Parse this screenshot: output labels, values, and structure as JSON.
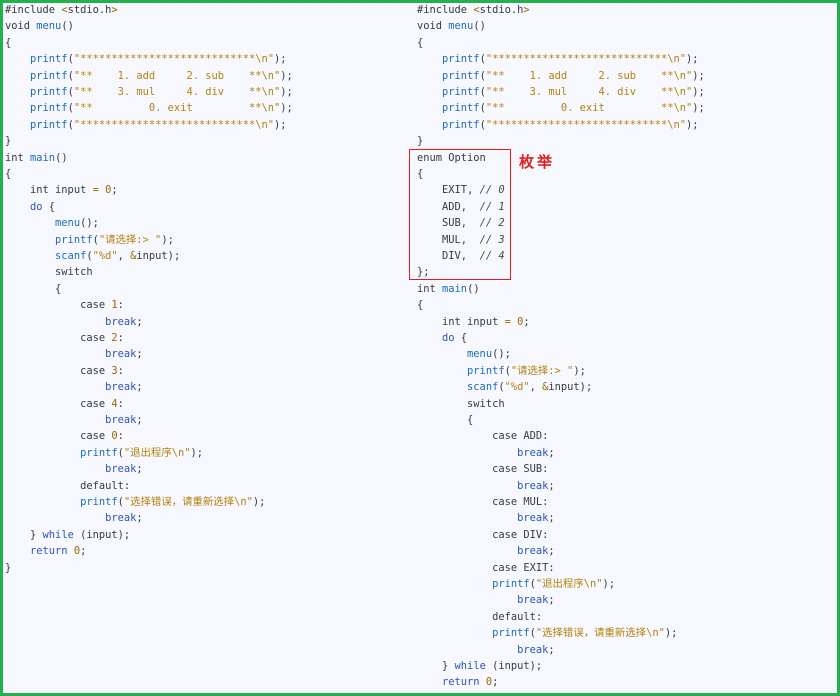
{
  "left_code": [
    [
      [
        "#include ",
        "plain"
      ],
      [
        "<",
        "op"
      ],
      [
        "stdio.h",
        "plain"
      ],
      [
        ">",
        "op"
      ]
    ],
    [
      [
        "void ",
        "plain"
      ],
      [
        "menu",
        "func"
      ],
      [
        "()",
        "plain"
      ]
    ],
    [
      [
        "{",
        "plain"
      ]
    ],
    [
      [
        "    ",
        "plain"
      ],
      [
        "printf",
        "func"
      ],
      [
        "(",
        "plain"
      ],
      [
        "\"****************************",
        "str"
      ],
      [
        "\\n",
        "str"
      ],
      [
        "\"",
        "str"
      ],
      [
        ");",
        "plain"
      ]
    ],
    [
      [
        "    ",
        "plain"
      ],
      [
        "printf",
        "func"
      ],
      [
        "(",
        "plain"
      ],
      [
        "\"**    1. add     2. sub    **",
        "str"
      ],
      [
        "\\n",
        "str"
      ],
      [
        "\"",
        "str"
      ],
      [
        ");",
        "plain"
      ]
    ],
    [
      [
        "    ",
        "plain"
      ],
      [
        "printf",
        "func"
      ],
      [
        "(",
        "plain"
      ],
      [
        "\"**    3. mul     4. div    **",
        "str"
      ],
      [
        "\\n",
        "str"
      ],
      [
        "\"",
        "str"
      ],
      [
        ");",
        "plain"
      ]
    ],
    [
      [
        "    ",
        "plain"
      ],
      [
        "printf",
        "func"
      ],
      [
        "(",
        "plain"
      ],
      [
        "\"**         0. exit         **",
        "str"
      ],
      [
        "\\n",
        "str"
      ],
      [
        "\"",
        "str"
      ],
      [
        ");",
        "plain"
      ]
    ],
    [
      [
        "    ",
        "plain"
      ],
      [
        "printf",
        "func"
      ],
      [
        "(",
        "plain"
      ],
      [
        "\"****************************",
        "str"
      ],
      [
        "\\n",
        "str"
      ],
      [
        "\"",
        "str"
      ],
      [
        ");",
        "plain"
      ]
    ],
    [
      [
        "}",
        "plain"
      ]
    ],
    [
      [
        "int ",
        "plain"
      ],
      [
        "main",
        "func"
      ],
      [
        "()",
        "plain"
      ]
    ],
    [
      [
        "{",
        "plain"
      ]
    ],
    [
      [
        "    int input ",
        "plain"
      ],
      [
        "=",
        "op"
      ],
      [
        " ",
        "plain"
      ],
      [
        "0",
        "num"
      ],
      [
        ";",
        "plain"
      ]
    ],
    [
      [
        "    ",
        "plain"
      ],
      [
        "do",
        "kw"
      ],
      [
        " {",
        "plain"
      ]
    ],
    [
      [
        "        ",
        "plain"
      ],
      [
        "menu",
        "func"
      ],
      [
        "();",
        "plain"
      ]
    ],
    [
      [
        "        ",
        "plain"
      ],
      [
        "printf",
        "func"
      ],
      [
        "(",
        "plain"
      ],
      [
        "\"请选择:> \"",
        "str"
      ],
      [
        ");",
        "plain"
      ]
    ],
    [
      [
        "        ",
        "plain"
      ],
      [
        "scanf",
        "func"
      ],
      [
        "(",
        "plain"
      ],
      [
        "\"%d\"",
        "str"
      ],
      [
        ", ",
        "plain"
      ],
      [
        "&",
        "op"
      ],
      [
        "input);",
        "plain"
      ]
    ],
    [
      [
        "        switch",
        "plain"
      ]
    ],
    [
      [
        "        {",
        "plain"
      ]
    ],
    [
      [
        "            case ",
        "plain"
      ],
      [
        "1",
        "num"
      ],
      [
        ":",
        "plain"
      ]
    ],
    [
      [
        "                ",
        "plain"
      ],
      [
        "break",
        "kw"
      ],
      [
        ";",
        "plain"
      ]
    ],
    [
      [
        "            case ",
        "plain"
      ],
      [
        "2",
        "num"
      ],
      [
        ":",
        "plain"
      ]
    ],
    [
      [
        "                ",
        "plain"
      ],
      [
        "break",
        "kw"
      ],
      [
        ";",
        "plain"
      ]
    ],
    [
      [
        "            case ",
        "plain"
      ],
      [
        "3",
        "num"
      ],
      [
        ":",
        "plain"
      ]
    ],
    [
      [
        "                ",
        "plain"
      ],
      [
        "break",
        "kw"
      ],
      [
        ";",
        "plain"
      ]
    ],
    [
      [
        "            case ",
        "plain"
      ],
      [
        "4",
        "num"
      ],
      [
        ":",
        "plain"
      ]
    ],
    [
      [
        "                ",
        "plain"
      ],
      [
        "break",
        "kw"
      ],
      [
        ";",
        "plain"
      ]
    ],
    [
      [
        "            case ",
        "plain"
      ],
      [
        "0",
        "num"
      ],
      [
        ":",
        "plain"
      ]
    ],
    [
      [
        "            ",
        "plain"
      ],
      [
        "printf",
        "func"
      ],
      [
        "(",
        "plain"
      ],
      [
        "\"退出程序",
        "str"
      ],
      [
        "\\n",
        "str"
      ],
      [
        "\"",
        "str"
      ],
      [
        ");",
        "plain"
      ]
    ],
    [
      [
        "                ",
        "plain"
      ],
      [
        "break",
        "kw"
      ],
      [
        ";",
        "plain"
      ]
    ],
    [
      [
        "            default:",
        "plain"
      ]
    ],
    [
      [
        "            ",
        "plain"
      ],
      [
        "printf",
        "func"
      ],
      [
        "(",
        "plain"
      ],
      [
        "\"选择错误，请重新选择",
        "str"
      ],
      [
        "\\n",
        "str"
      ],
      [
        "\"",
        "str"
      ],
      [
        ");",
        "plain"
      ]
    ],
    [
      [
        "                ",
        "plain"
      ],
      [
        "break",
        "kw"
      ],
      [
        ";",
        "plain"
      ]
    ],
    [
      [
        "    } ",
        "plain"
      ],
      [
        "while",
        "kw"
      ],
      [
        " (input);",
        "plain"
      ]
    ],
    [
      [
        "    ",
        "plain"
      ],
      [
        "return",
        "kw"
      ],
      [
        " ",
        "plain"
      ],
      [
        "0",
        "num"
      ],
      [
        ";",
        "plain"
      ]
    ],
    [
      [
        "}",
        "plain"
      ]
    ]
  ],
  "right_code": [
    [
      [
        "#include ",
        "plain"
      ],
      [
        "<",
        "op"
      ],
      [
        "stdio.h",
        "plain"
      ],
      [
        ">",
        "op"
      ]
    ],
    [
      [
        "void ",
        "plain"
      ],
      [
        "menu",
        "func"
      ],
      [
        "()",
        "plain"
      ]
    ],
    [
      [
        "{",
        "plain"
      ]
    ],
    [
      [
        "    ",
        "plain"
      ],
      [
        "printf",
        "func"
      ],
      [
        "(",
        "plain"
      ],
      [
        "\"****************************",
        "str"
      ],
      [
        "\\n",
        "str"
      ],
      [
        "\"",
        "str"
      ],
      [
        ");",
        "plain"
      ]
    ],
    [
      [
        "    ",
        "plain"
      ],
      [
        "printf",
        "func"
      ],
      [
        "(",
        "plain"
      ],
      [
        "\"**    1. add     2. sub    **",
        "str"
      ],
      [
        "\\n",
        "str"
      ],
      [
        "\"",
        "str"
      ],
      [
        ");",
        "plain"
      ]
    ],
    [
      [
        "    ",
        "plain"
      ],
      [
        "printf",
        "func"
      ],
      [
        "(",
        "plain"
      ],
      [
        "\"**    3. mul     4. div    **",
        "str"
      ],
      [
        "\\n",
        "str"
      ],
      [
        "\"",
        "str"
      ],
      [
        ");",
        "plain"
      ]
    ],
    [
      [
        "    ",
        "plain"
      ],
      [
        "printf",
        "func"
      ],
      [
        "(",
        "plain"
      ],
      [
        "\"**         0. exit         **",
        "str"
      ],
      [
        "\\n",
        "str"
      ],
      [
        "\"",
        "str"
      ],
      [
        ");",
        "plain"
      ]
    ],
    [
      [
        "    ",
        "plain"
      ],
      [
        "printf",
        "func"
      ],
      [
        "(",
        "plain"
      ],
      [
        "\"****************************",
        "str"
      ],
      [
        "\\n",
        "str"
      ],
      [
        "\"",
        "str"
      ],
      [
        ");",
        "plain"
      ]
    ],
    [
      [
        "}",
        "plain"
      ]
    ],
    [
      [
        "enum Option",
        "plain"
      ]
    ],
    [
      [
        "{",
        "plain"
      ]
    ],
    [
      [
        "    EXIT, ",
        "plain"
      ],
      [
        "// 0",
        "cmt"
      ]
    ],
    [
      [
        "    ADD,  ",
        "plain"
      ],
      [
        "// 1",
        "cmt"
      ]
    ],
    [
      [
        "    SUB,  ",
        "plain"
      ],
      [
        "// 2",
        "cmt"
      ]
    ],
    [
      [
        "    MUL,  ",
        "plain"
      ],
      [
        "// 3",
        "cmt"
      ]
    ],
    [
      [
        "    DIV,  ",
        "plain"
      ],
      [
        "// 4",
        "cmt"
      ]
    ],
    [
      [
        "};",
        "plain"
      ]
    ],
    [
      [
        "int ",
        "plain"
      ],
      [
        "main",
        "func"
      ],
      [
        "()",
        "plain"
      ]
    ],
    [
      [
        "{",
        "plain"
      ]
    ],
    [
      [
        "    int input ",
        "plain"
      ],
      [
        "=",
        "op"
      ],
      [
        " ",
        "plain"
      ],
      [
        "0",
        "num"
      ],
      [
        ";",
        "plain"
      ]
    ],
    [
      [
        "    ",
        "plain"
      ],
      [
        "do",
        "kw"
      ],
      [
        " {",
        "plain"
      ]
    ],
    [
      [
        "        ",
        "plain"
      ],
      [
        "menu",
        "func"
      ],
      [
        "();",
        "plain"
      ]
    ],
    [
      [
        "        ",
        "plain"
      ],
      [
        "printf",
        "func"
      ],
      [
        "(",
        "plain"
      ],
      [
        "\"请选择:> \"",
        "str"
      ],
      [
        ");",
        "plain"
      ]
    ],
    [
      [
        "        ",
        "plain"
      ],
      [
        "scanf",
        "func"
      ],
      [
        "(",
        "plain"
      ],
      [
        "\"%d\"",
        "str"
      ],
      [
        ", ",
        "plain"
      ],
      [
        "&",
        "op"
      ],
      [
        "input);",
        "plain"
      ]
    ],
    [
      [
        "        switch",
        "plain"
      ]
    ],
    [
      [
        "        {",
        "plain"
      ]
    ],
    [
      [
        "            case ADD:",
        "plain"
      ]
    ],
    [
      [
        "                ",
        "plain"
      ],
      [
        "break",
        "kw"
      ],
      [
        ";",
        "plain"
      ]
    ],
    [
      [
        "            case SUB:",
        "plain"
      ]
    ],
    [
      [
        "                ",
        "plain"
      ],
      [
        "break",
        "kw"
      ],
      [
        ";",
        "plain"
      ]
    ],
    [
      [
        "            case MUL:",
        "plain"
      ]
    ],
    [
      [
        "                ",
        "plain"
      ],
      [
        "break",
        "kw"
      ],
      [
        ";",
        "plain"
      ]
    ],
    [
      [
        "            case DIV:",
        "plain"
      ]
    ],
    [
      [
        "                ",
        "plain"
      ],
      [
        "break",
        "kw"
      ],
      [
        ";",
        "plain"
      ]
    ],
    [
      [
        "            case EXIT:",
        "plain"
      ]
    ],
    [
      [
        "            ",
        "plain"
      ],
      [
        "printf",
        "func"
      ],
      [
        "(",
        "plain"
      ],
      [
        "\"退出程序",
        "str"
      ],
      [
        "\\n",
        "str"
      ],
      [
        "\"",
        "str"
      ],
      [
        ");",
        "plain"
      ]
    ],
    [
      [
        "                ",
        "plain"
      ],
      [
        "break",
        "kw"
      ],
      [
        ";",
        "plain"
      ]
    ],
    [
      [
        "            default:",
        "plain"
      ]
    ],
    [
      [
        "            ",
        "plain"
      ],
      [
        "printf",
        "func"
      ],
      [
        "(",
        "plain"
      ],
      [
        "\"选择错误，请重新选择",
        "str"
      ],
      [
        "\\n",
        "str"
      ],
      [
        "\"",
        "str"
      ],
      [
        ");",
        "plain"
      ]
    ],
    [
      [
        "                ",
        "plain"
      ],
      [
        "break",
        "kw"
      ],
      [
        ";",
        "plain"
      ]
    ],
    [
      [
        "    } ",
        "plain"
      ],
      [
        "while",
        "kw"
      ],
      [
        " (input);",
        "plain"
      ]
    ],
    [
      [
        "    ",
        "plain"
      ],
      [
        "return",
        "kw"
      ],
      [
        " ",
        "plain"
      ],
      [
        "0",
        "num"
      ],
      [
        ";",
        "plain"
      ]
    ]
  ],
  "annotation": {
    "label": "枚举",
    "color": "#e0201f"
  },
  "colors": {
    "frame_border": "#22b14c",
    "background": "#f6f8fe",
    "func": "#1e6bb8",
    "string": "#b5820e",
    "keyword": "#2d55b3",
    "number": "#986801"
  }
}
